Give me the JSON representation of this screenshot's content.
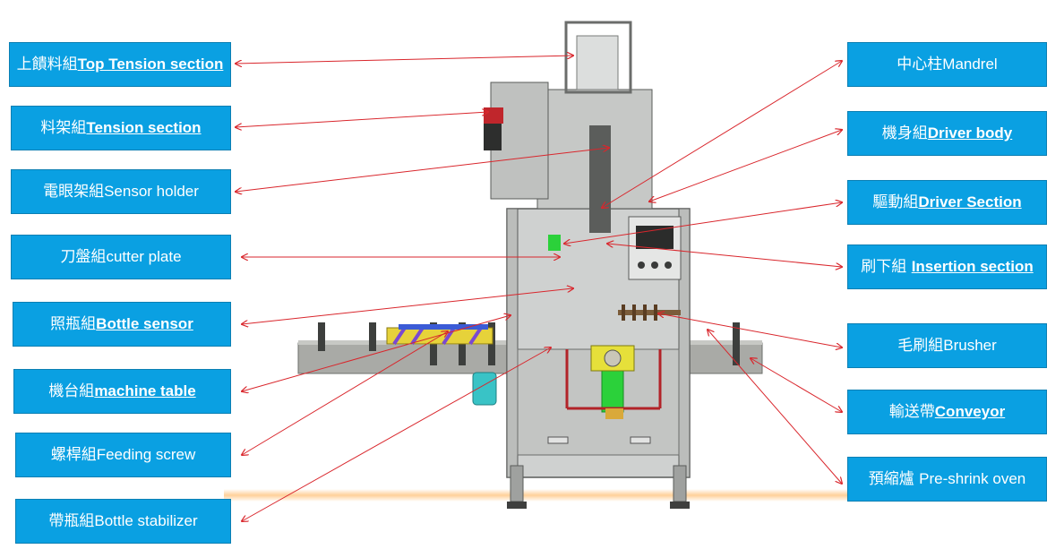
{
  "colors": {
    "box_bg": "#0aa0e2",
    "box_text": "#ffffff",
    "leader_line": "#d9262c"
  },
  "labels_left": [
    {
      "zh": "上饋料組",
      "en": "Top Tension section",
      "underline": true
    },
    {
      "zh": "料架組",
      "en": "Tension section",
      "underline": true
    },
    {
      "zh": "電眼架組",
      "en": "Sensor holder",
      "underline": false
    },
    {
      "zh": "刀盤組",
      "en": "cutter plate",
      "underline": false
    },
    {
      "zh": "照瓶組",
      "en": "Bottle sensor",
      "underline": true
    },
    {
      "zh": "機台組",
      "en": "machine table",
      "underline": true
    },
    {
      "zh": "螺桿組",
      "en": "Feeding screw",
      "underline": false
    },
    {
      "zh": "帶瓶組",
      "en": "Bottle stabilizer",
      "underline": false
    }
  ],
  "labels_right": [
    {
      "zh": "中心柱",
      "en": "Mandrel",
      "underline": false
    },
    {
      "zh": "機身組",
      "en": "Driver body",
      "underline": true
    },
    {
      "zh": "驅動組",
      "en": "Driver Section",
      "underline": true
    },
    {
      "zh": "刷下組 ",
      "en": "Insertion section",
      "underline": true
    },
    {
      "zh": "毛刷組",
      "en": "Brusher",
      "underline": false
    },
    {
      "zh": "輸送帶",
      "en": "Conveyor",
      "underline": true
    },
    {
      "zh": "預縮爐 ",
      "en": "Pre-shrink oven",
      "underline": false
    }
  ]
}
